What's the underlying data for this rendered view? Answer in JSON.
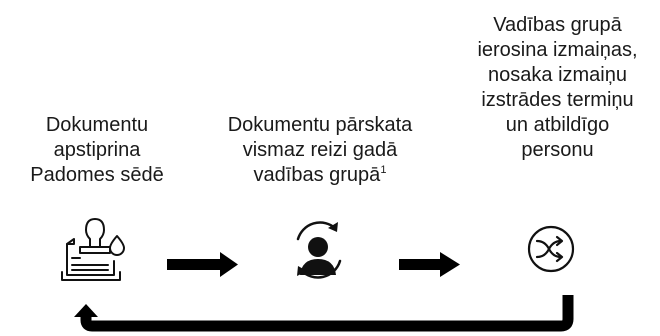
{
  "steps": [
    {
      "lines": [
        "Dokumentu",
        "apstiprina",
        "Padomes sēdē"
      ],
      "icon": "document-stamp-icon"
    },
    {
      "lines": [
        "Dokumentu pārskata",
        "vismaz reizi gadā",
        "vadības grupā"
      ],
      "footnote": "1",
      "icon": "user-cycle-icon"
    },
    {
      "lines": [
        "Vadības grupā",
        "ierosina izmaiņas,",
        "nosaka izmaiņu",
        "izstrādes termiņu",
        "un atbildīgo",
        "personu"
      ],
      "icon": "shuffle-icon"
    }
  ],
  "colors": {
    "arrow": "#000000",
    "text": "#1a1a1a"
  }
}
